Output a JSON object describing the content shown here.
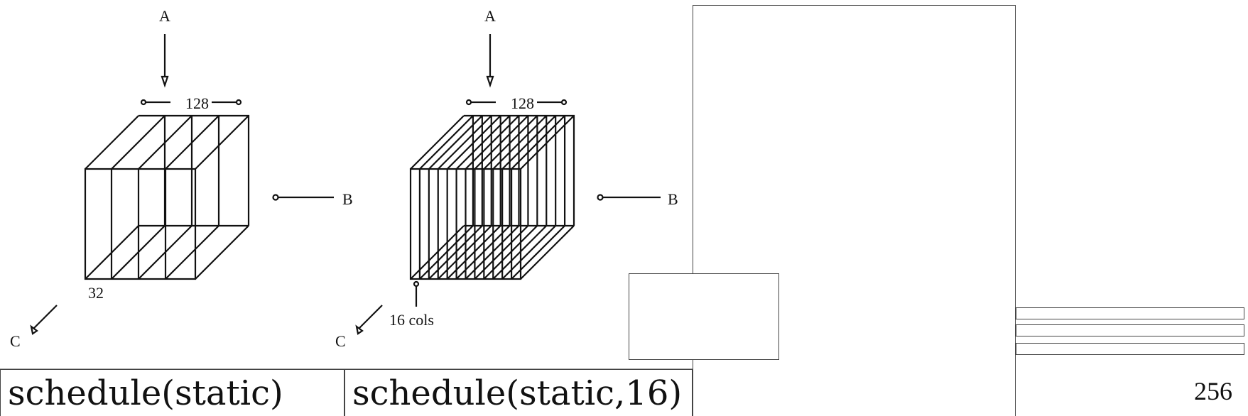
{
  "figure_left": {
    "label_top": "A",
    "label_right": "B",
    "label_corner": "C",
    "dim_width": "128",
    "dim_depth": "32"
  },
  "figure_right": {
    "label_top": "A",
    "label_right": "B",
    "label_corner": "C",
    "dim_width": "128",
    "dim_cols": "16 cols"
  },
  "captions": {
    "left": "schedule(static)",
    "right": "schedule(static,16)"
  },
  "page_number": "256"
}
